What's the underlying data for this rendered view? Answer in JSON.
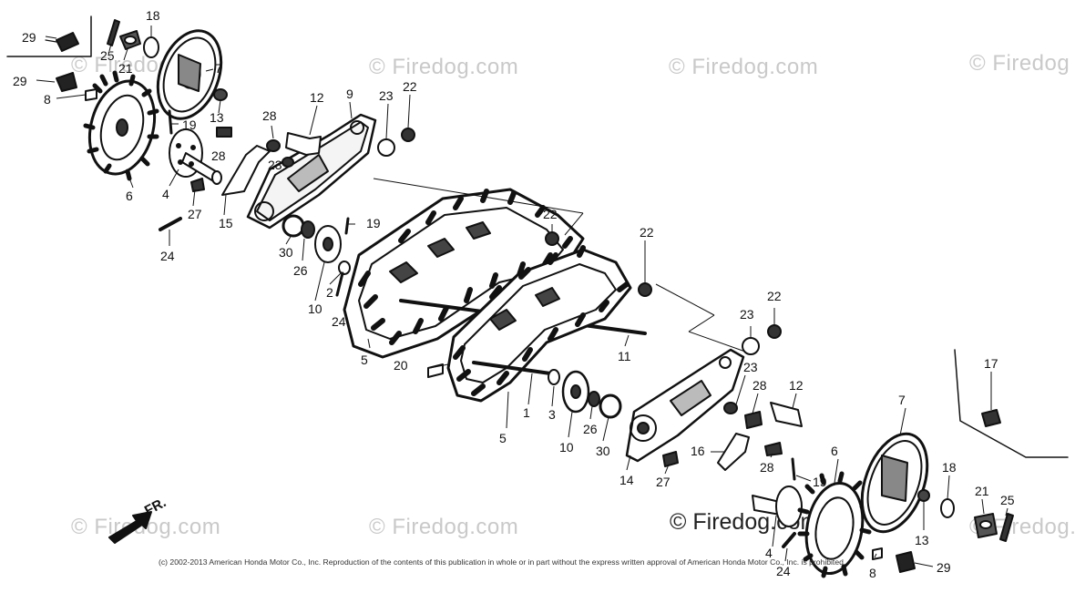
{
  "watermarks": [
    "© Firedog.com",
    "© Firedog.com",
    "© Firedog.com",
    "© Firedog",
    "© Firedog.com",
    "© Firedog.com",
    "© Firedog.com"
  ],
  "watermark_strong": "© Firedog.com",
  "copyright": "(c) 2002-2013 American Honda Motor Co., Inc. Reproduction of the contents of this publication in whole or in part without the express written approval of American Honda Motor Co., Inc. is prohibited.",
  "direction_label": "FR.",
  "callouts": [
    "29",
    "25",
    "21",
    "18",
    "7",
    "29",
    "8",
    "13",
    "19",
    "28",
    "6",
    "4",
    "27",
    "24",
    "15",
    "28",
    "23",
    "12",
    "9",
    "23",
    "22",
    "30",
    "26",
    "19",
    "10",
    "2",
    "24",
    "5",
    "22",
    "22",
    "20",
    "5",
    "1",
    "3",
    "10",
    "26",
    "30",
    "11",
    "23",
    "22",
    "23",
    "28",
    "12",
    "14",
    "27",
    "16",
    "28",
    "19",
    "7",
    "6",
    "18",
    "21",
    "25",
    "13",
    "8",
    "29",
    "4",
    "24",
    "17"
  ]
}
